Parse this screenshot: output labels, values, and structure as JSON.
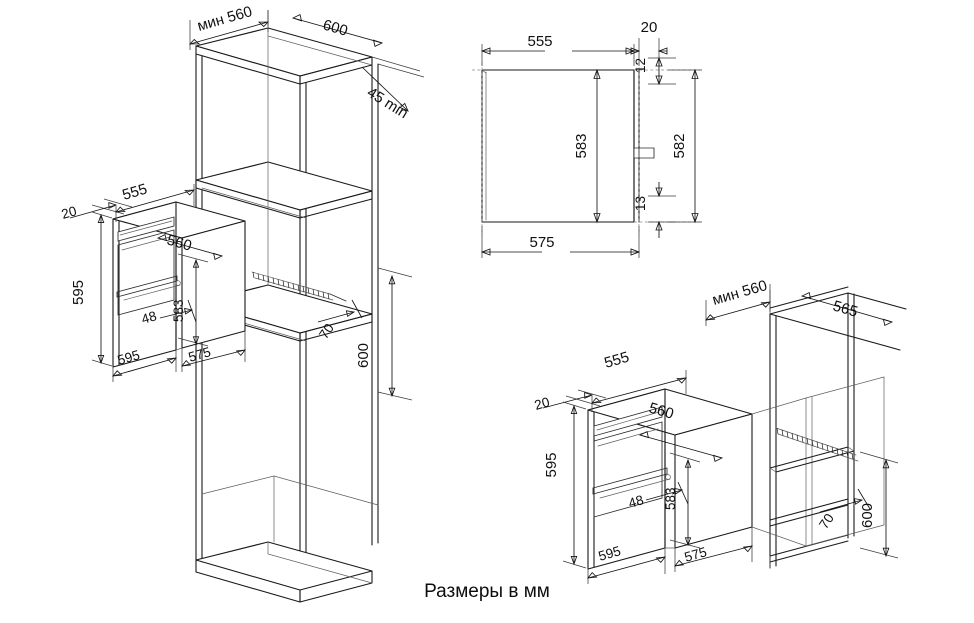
{
  "document": {
    "type": "installation-dimension-drawing",
    "subject": "built-in oven installation cut-out dimensions",
    "caption": "Размеры в мм",
    "units": "мм",
    "line_color": "#1a1a1a",
    "background_color": "#ffffff"
  },
  "views": [
    {
      "id": "tall-cabinet",
      "name": "Встроенная колонна (высокий шкаф)",
      "projection": "isometric",
      "labels": [
        {
          "key": "min_width_top",
          "text": "мин 560",
          "value": 560,
          "qualifier": "мин"
        },
        {
          "key": "depth_top",
          "text": "600",
          "value": 600
        },
        {
          "key": "gap_rear",
          "text": "45 min",
          "value": 45,
          "qualifier": "min"
        },
        {
          "key": "niche_height",
          "text": "600",
          "value": 600
        },
        {
          "key": "vent_gap",
          "text": "70",
          "value": 70
        }
      ]
    },
    {
      "id": "oven-left",
      "name": "Духовой шкаф — изометрия слева",
      "projection": "isometric",
      "labels": [
        {
          "key": "front_panel_overhang",
          "text": "20",
          "value": 20
        },
        {
          "key": "body_width",
          "text": "555",
          "value": 555
        },
        {
          "key": "top_depth",
          "text": "560",
          "value": 560
        },
        {
          "key": "front_height",
          "text": "595",
          "value": 595
        },
        {
          "key": "body_height",
          "text": "583",
          "value": 583
        },
        {
          "key": "handle_offset",
          "text": "48",
          "value": 48
        },
        {
          "key": "front_width",
          "text": "595",
          "value": 595
        },
        {
          "key": "body_depth",
          "text": "575",
          "value": 575
        }
      ]
    },
    {
      "id": "oven-plan",
      "name": "Духовой шкаф — вид сверху / разрез",
      "projection": "orthographic",
      "labels": [
        {
          "key": "inner_width",
          "text": "555",
          "value": 555
        },
        {
          "key": "flange",
          "text": "20",
          "value": 20
        },
        {
          "key": "top_rebate",
          "text": "12",
          "value": 12
        },
        {
          "key": "inner_height",
          "text": "583",
          "value": 583
        },
        {
          "key": "outer_height",
          "text": "582",
          "value": 582
        },
        {
          "key": "bottom_rebate",
          "text": "13",
          "value": 13
        },
        {
          "key": "outer_width",
          "text": "575",
          "value": 575
        }
      ]
    },
    {
      "id": "oven-under-counter",
      "name": "Духовой шкаф — установка под столешницей",
      "projection": "isometric",
      "labels": [
        {
          "key": "front_panel_overhang",
          "text": "20",
          "value": 20
        },
        {
          "key": "body_width",
          "text": "555",
          "value": 555
        },
        {
          "key": "top_depth",
          "text": "560",
          "value": 560
        },
        {
          "key": "front_height",
          "text": "595",
          "value": 595
        },
        {
          "key": "body_height",
          "text": "583",
          "value": 583
        },
        {
          "key": "handle_offset",
          "text": "48",
          "value": 48
        },
        {
          "key": "front_width",
          "text": "595",
          "value": 595
        },
        {
          "key": "body_depth",
          "text": "575",
          "value": 575
        },
        {
          "key": "cabinet_min_width",
          "text": "мин 560",
          "value": 560,
          "qualifier": "мин"
        },
        {
          "key": "cabinet_depth",
          "text": "565",
          "value": 565
        },
        {
          "key": "vent_gap",
          "text": "70",
          "value": 70
        },
        {
          "key": "niche_height",
          "text": "600",
          "value": 600
        }
      ]
    }
  ],
  "text": {
    "min_560": "мин 560",
    "d600": "600",
    "d45min": "45 min",
    "d70": "70",
    "d20": "20",
    "d555": "555",
    "d560": "560",
    "d595": "595",
    "d583": "583",
    "d48": "48",
    "d575": "575",
    "d12": "12",
    "d582": "582",
    "d13": "13",
    "d565": "565",
    "caption": "Размеры в мм"
  }
}
